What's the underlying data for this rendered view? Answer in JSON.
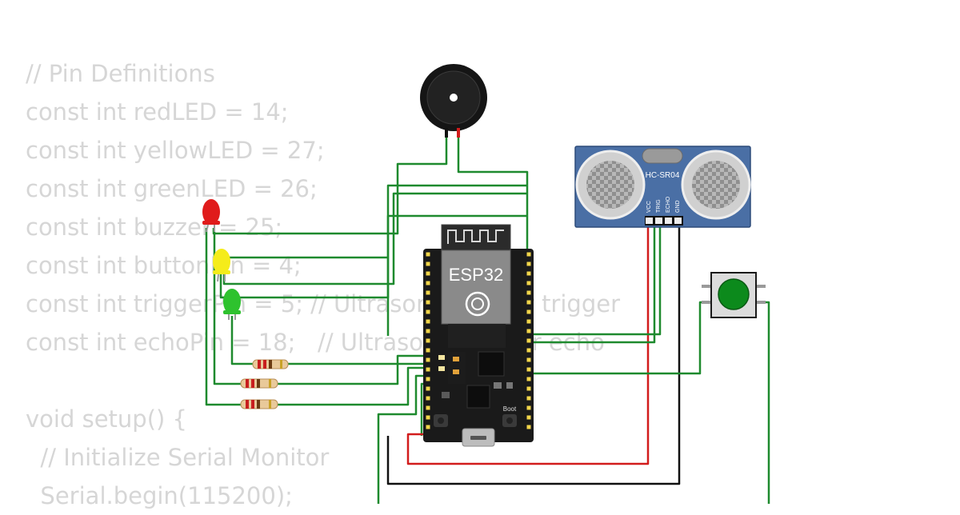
{
  "code_lines": [
    "// Pin Definitions",
    "const int redLED = 14;",
    "const int yellowLED = 27;",
    "const int greenLED = 26;",
    "const int buzzer = 25;",
    "const int buttonPin = 4;",
    "const int triggerPin = 5; // Ultrasonic sensor trigger",
    "const int echoPin = 18;   // Ultrasonic sensor echo",
    "",
    "void setup() {",
    "  // Initialize Serial Monitor",
    "  Serial.begin(115200);"
  ],
  "esp32": {
    "label": "ESP32",
    "boot_label": "Boot",
    "board_color": "#1a1a1a",
    "pin_color": "#f2d64a"
  },
  "sensor": {
    "label": "HC-SR04",
    "pins": [
      "VCC",
      "TRIG",
      "ECHO",
      "GND"
    ],
    "board_color": "#4a6fa5"
  },
  "wire_colors": {
    "signal": "#1e8a2e",
    "power": "#d21c1c",
    "ground": "#111111"
  },
  "led_colors": {
    "red": "#e01b1b",
    "yellow": "#f5ec1a",
    "green": "#2ec22e"
  },
  "button_color": "#0c8a1c"
}
